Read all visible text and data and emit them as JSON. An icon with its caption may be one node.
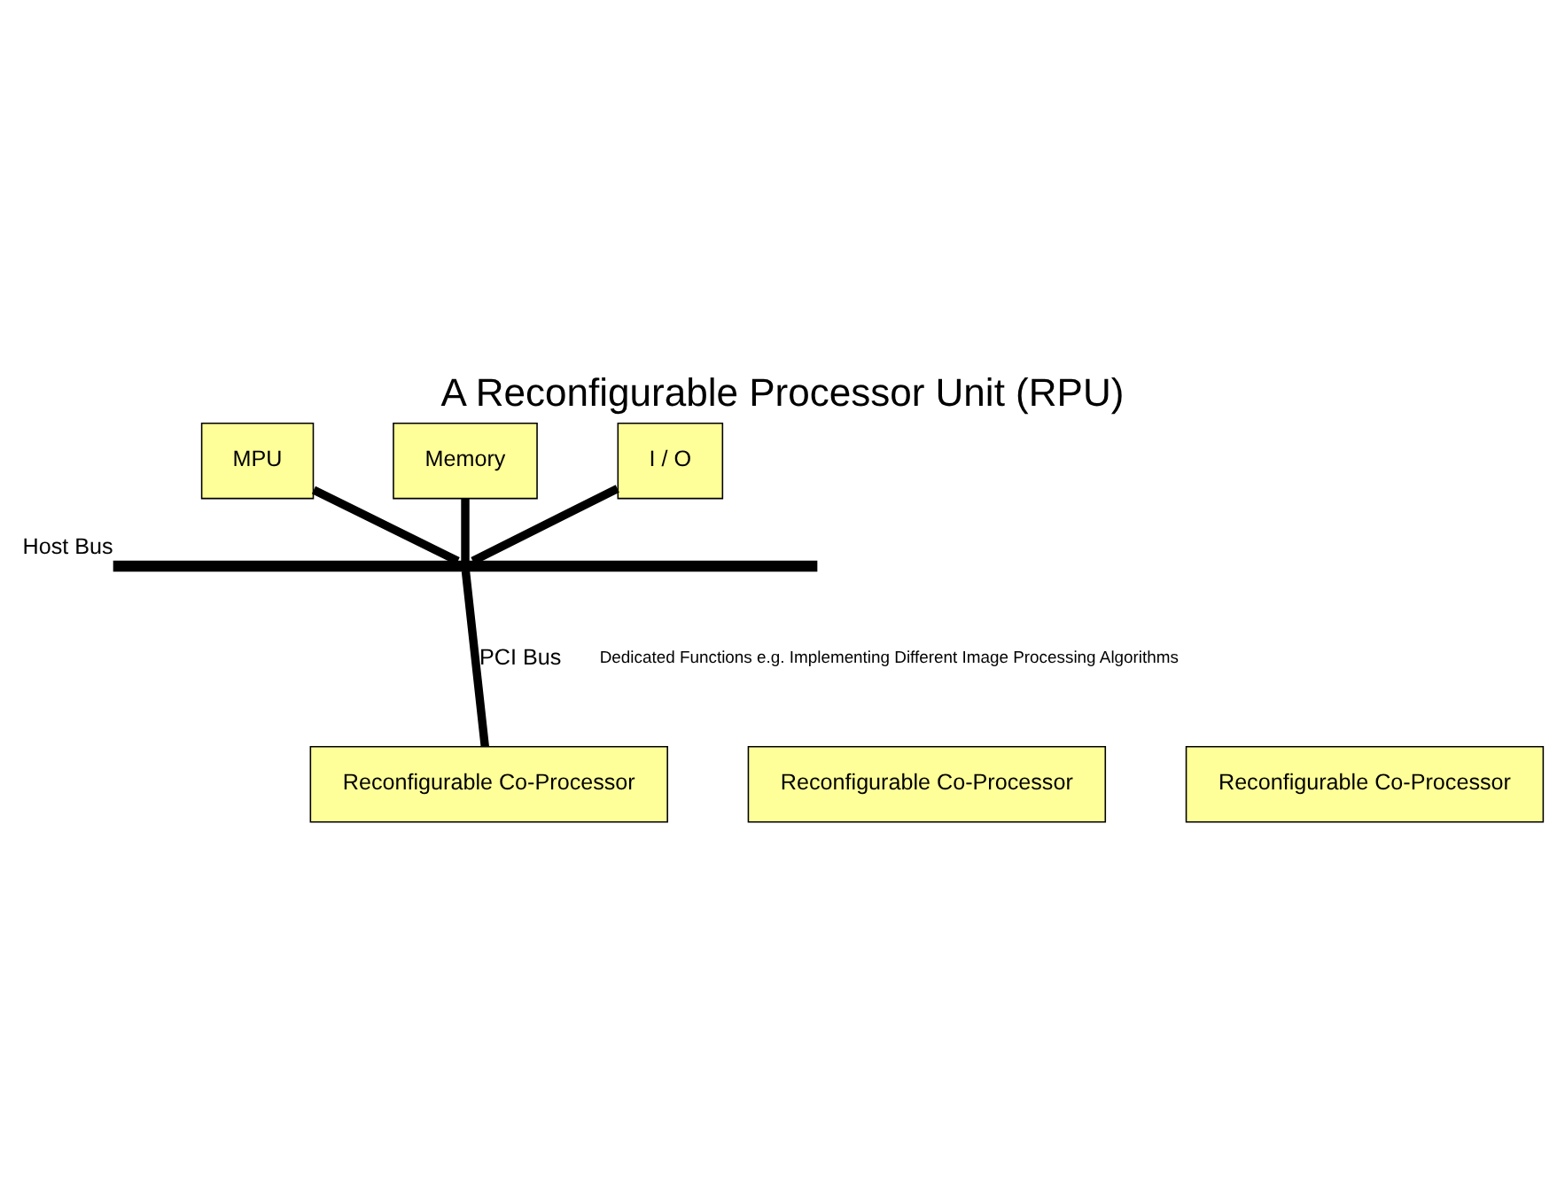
{
  "diagram": {
    "title": "A Reconfigurable Processor Unit (RPU)",
    "nodes": [
      {
        "text": [
          "MPU"
        ]
      },
      {
        "text": [
          "Memory"
        ]
      },
      {
        "text": [
          "I / O"
        ]
      },
      {
        "text": [],
        "shape": "bar",
        "beside": [
          "Host Bus"
        ]
      },
      {
        "text": [
          "Reconfigurable Co-Processor"
        ]
      },
      {
        "text": [
          "Reconfigurable Co-Processor"
        ]
      },
      {
        "text": [
          "Reconfigurable Co-Processor"
        ]
      }
    ],
    "edges": [
      {
        "from": 0,
        "to": 3,
        "arrow": "none"
      },
      {
        "from": 1,
        "to": 3,
        "arrow": "none"
      },
      {
        "from": 2,
        "to": 3,
        "arrow": "none"
      },
      {
        "from": 3,
        "to": 4,
        "arrow": "none",
        "label": "PCI Bus"
      }
    ],
    "labels": [
      "Dedicated Functions e.g. Implementing Different Image Processing Algorithms"
    ]
  }
}
